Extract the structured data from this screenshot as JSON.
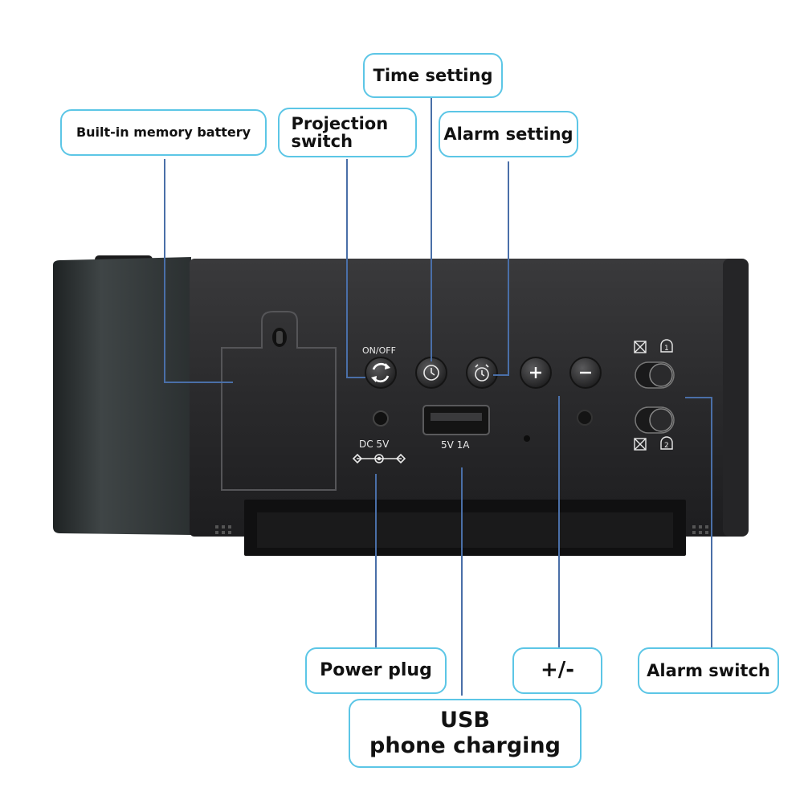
{
  "callouts": {
    "battery": "Built-in memory battery",
    "projection": "Projection switch",
    "time": "Time setting",
    "alarm_setting": "Alarm setting",
    "power": "Power plug",
    "plus_minus": "+/-",
    "alarm_switch": "Alarm switch",
    "usb_line1": "USB",
    "usb_line2": "phone charging"
  },
  "device": {
    "on_off_label": "ON/OFF",
    "dc_label": "DC 5V",
    "usb_port_label": "5V 1A",
    "switch1_number": "1",
    "switch2_number": "2"
  },
  "colors": {
    "callout_border": "#5cc6e6",
    "leader_line": "#4a6fa8",
    "device_body": "#2b2b2d",
    "end_cap": "#353a3b"
  }
}
